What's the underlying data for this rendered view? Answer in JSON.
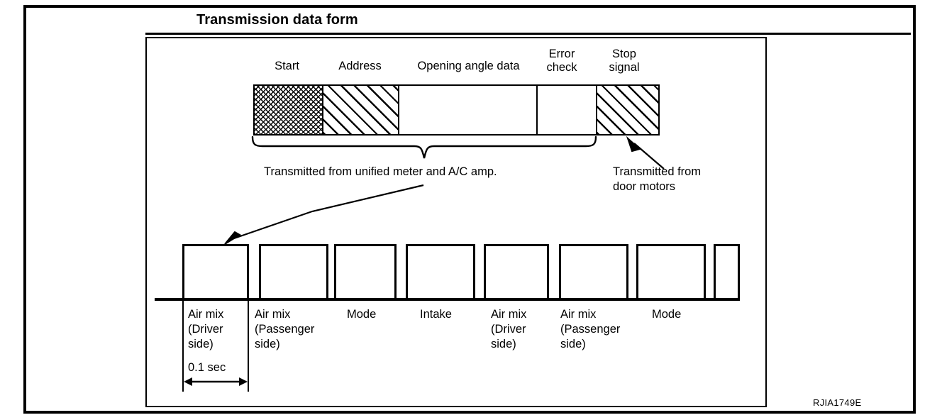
{
  "document": {
    "title": "Transmission data form",
    "reference_code": "RJIA1749E"
  },
  "frame_bar": {
    "segments": [
      {
        "name": "start",
        "label": "Start",
        "pattern": "crosshatch",
        "width": 95
      },
      {
        "name": "address",
        "label": "Address",
        "pattern": "hatch",
        "width": 107
      },
      {
        "name": "opening-angle-data",
        "label": "Opening angle data",
        "pattern": "plain",
        "width": 195
      },
      {
        "name": "error-check",
        "label": "Error\ncheck",
        "pattern": "plain",
        "width": 84
      },
      {
        "name": "stop-signal",
        "label": "Stop\nsignal",
        "pattern": "hatch",
        "width": 88
      }
    ]
  },
  "annotations": {
    "meter_source": "Transmitted from unified meter and A/C amp.",
    "door_motor_source": "Transmitted from\ndoor motors"
  },
  "timing": {
    "pulses": [
      {
        "label": "Air mix\n(Driver\nside)",
        "duration": "0.1 sec"
      },
      {
        "label": "Air mix\n(Passenger\nside)",
        "duration": ""
      },
      {
        "label": "Mode",
        "duration": ""
      },
      {
        "label": "Intake",
        "duration": ""
      },
      {
        "label": "Air mix\n(Driver\nside)",
        "duration": ""
      },
      {
        "label": "Air mix\n(Passenger\nside)",
        "duration": ""
      },
      {
        "label": "Mode",
        "duration": ""
      },
      {
        "label": "",
        "duration": ""
      }
    ]
  },
  "colors": {
    "ink": "#000000",
    "paper": "#ffffff"
  }
}
